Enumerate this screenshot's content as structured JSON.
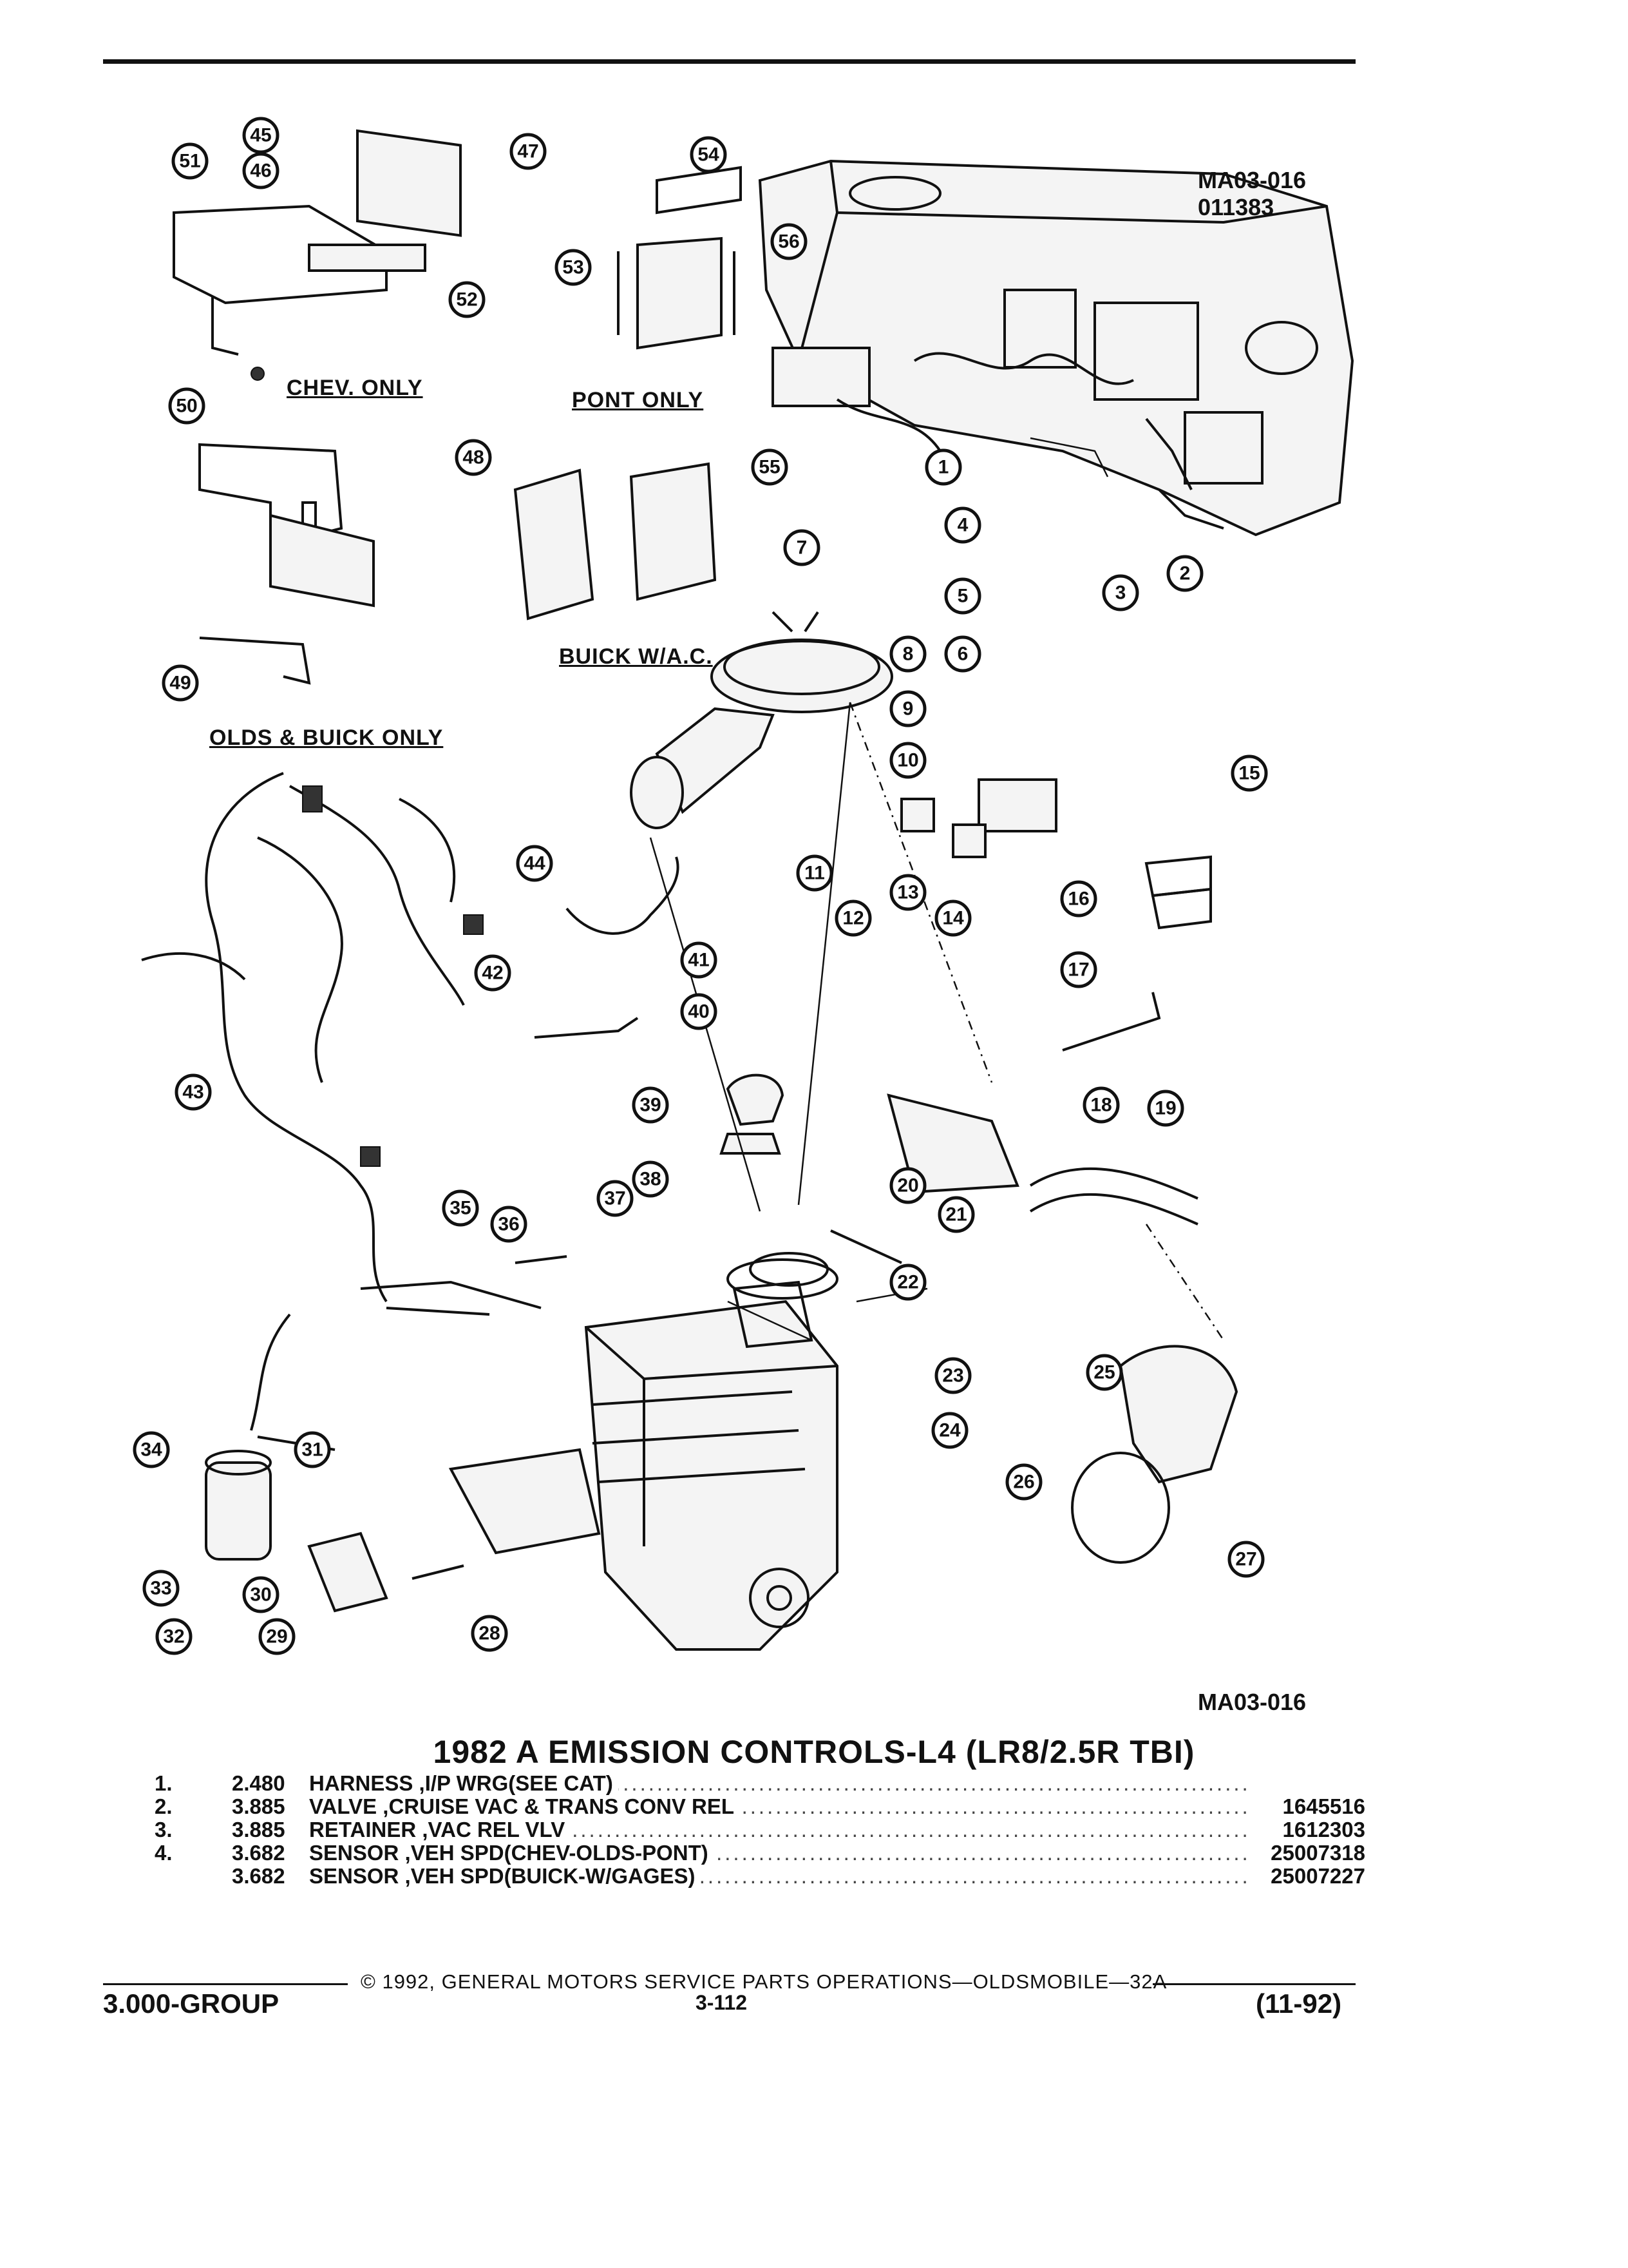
{
  "diagram": {
    "codes": {
      "ref_code": "MA03-016",
      "ref_number": "011383",
      "bottom_code": "MA03-016"
    },
    "labels": {
      "chev_only": "CHEV. ONLY",
      "pont_only": "PONT ONLY",
      "buick_wac": "BUICK W/A.C.",
      "olds_buick_only": "OLDS & BUICK ONLY"
    },
    "callouts": [
      "1",
      "2",
      "3",
      "4",
      "5",
      "6",
      "7",
      "8",
      "9",
      "10",
      "11",
      "12",
      "13",
      "14",
      "15",
      "16",
      "17",
      "18",
      "19",
      "20",
      "21",
      "22",
      "23",
      "24",
      "25",
      "26",
      "27",
      "28",
      "29",
      "30",
      "31",
      "32",
      "33",
      "34",
      "35",
      "36",
      "37",
      "38",
      "39",
      "40",
      "41",
      "42",
      "43",
      "44",
      "45",
      "46",
      "47",
      "48",
      "49",
      "50",
      "51",
      "52",
      "53",
      "54",
      "55",
      "56"
    ]
  },
  "title": "1982 A EMISSION CONTROLS-L4 (LR8/2.5R TBI)",
  "parts": [
    {
      "num": "1.",
      "group": "2.480",
      "desc": "HARNESS ,I/P WRG(SEE CAT)",
      "part": ""
    },
    {
      "num": "2.",
      "group": "3.885",
      "desc": "VALVE ,CRUISE VAC & TRANS CONV REL",
      "part": "1645516"
    },
    {
      "num": "3.",
      "group": "3.885",
      "desc": "RETAINER ,VAC REL VLV",
      "part": "1612303"
    },
    {
      "num": "4.",
      "group": "3.682",
      "desc": "SENSOR ,VEH SPD(CHEV-OLDS-PONT)",
      "part": "25007318"
    },
    {
      "num": "",
      "group": "3.682",
      "desc": "SENSOR ,VEH SPD(BUICK-W/GAGES)",
      "part": "25007227"
    }
  ],
  "footer": {
    "copyright": "© 1992, GENERAL MOTORS SERVICE PARTS OPERATIONS—OLDSMOBILE—32A",
    "group": "3.000-GROUP",
    "page": "3-112",
    "date": "(11-92)"
  }
}
